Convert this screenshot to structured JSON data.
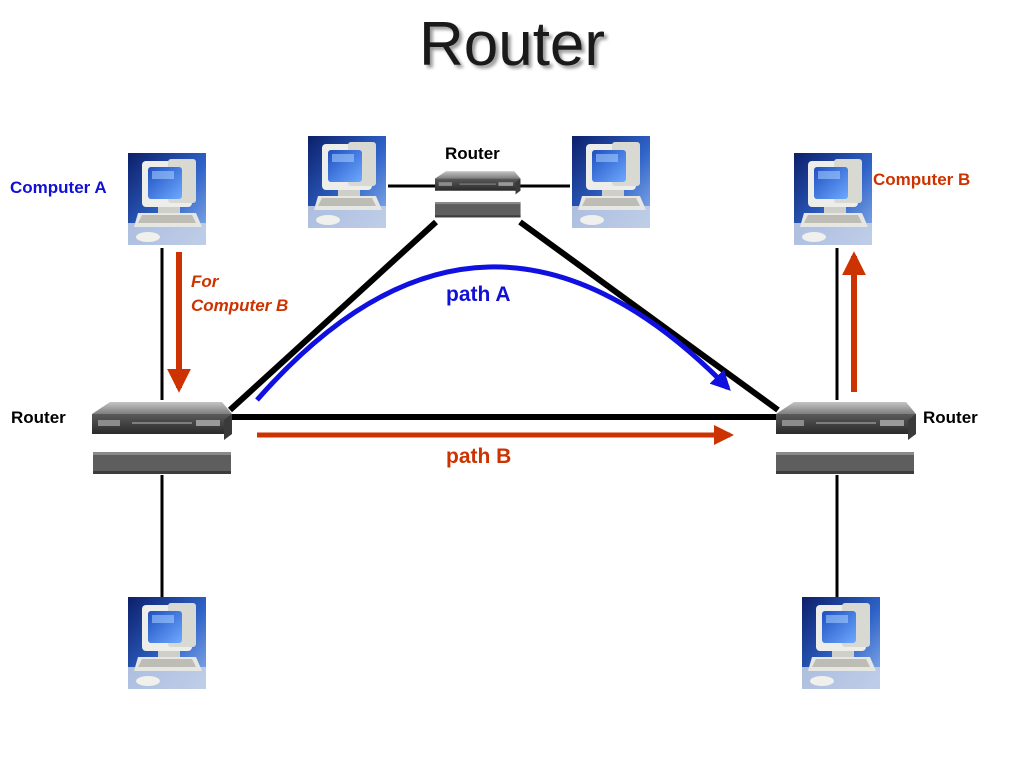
{
  "title": "Router",
  "colors": {
    "link": "#000000",
    "path_a": "#1010e0",
    "path_b": "#cc3300",
    "label_a": "#1010d8",
    "label_b": "#cc3300"
  },
  "icons": {
    "computer": "computer-icon",
    "router": "router-icon"
  },
  "labels": {
    "computer_a": "Computer A",
    "computer_b": "Computer B",
    "router_top": "Router",
    "router_left": "Router",
    "router_right": "Router",
    "for_computer_b": "For Computer B",
    "path_a": "path A",
    "path_b": "path B"
  }
}
